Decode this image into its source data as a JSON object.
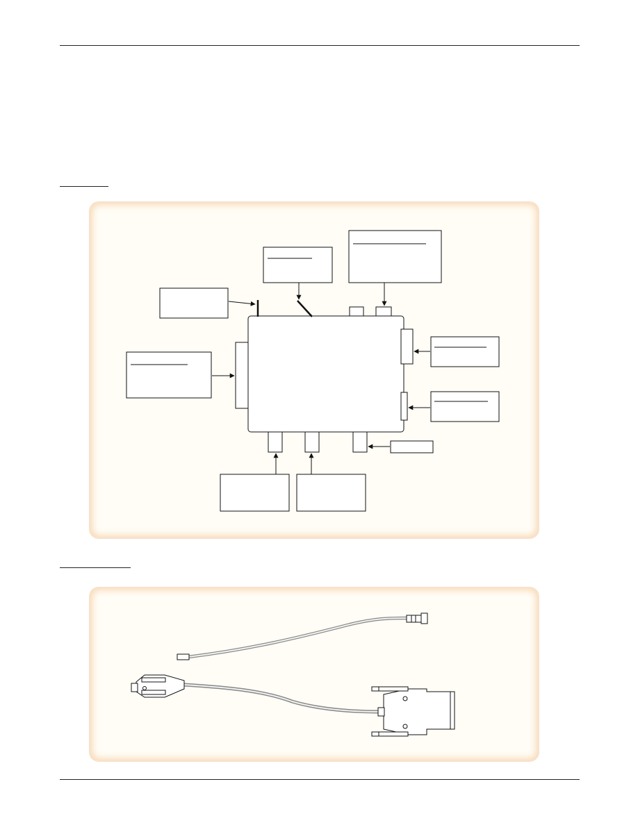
{
  "page": {
    "background_color": "#ffffff",
    "panel_fill": "#fffdf6",
    "panel_glow": "#f8d9b8",
    "line_color": "#111111"
  },
  "diagram_unit": {
    "callout_count": 9,
    "port_count": 8
  },
  "cable_figure": {
    "cables": [
      "coaxial-cable",
      "db-connector-cable"
    ]
  }
}
